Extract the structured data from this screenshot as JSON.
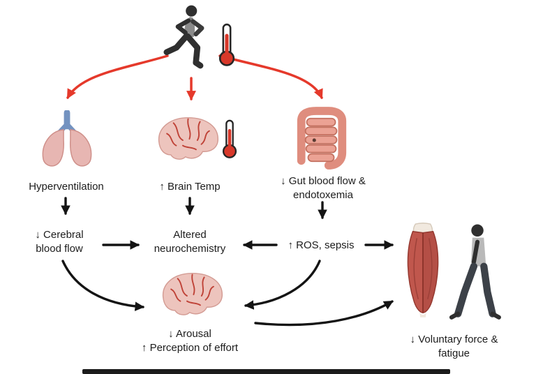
{
  "diagram": {
    "colors": {
      "red_arrow": "#e5392b",
      "black_arrow": "#141414",
      "text": "#1c1c1c",
      "background": "#ffffff"
    },
    "icons": {
      "runner": "running-person-with-thermometer",
      "thermometer": "thermometer",
      "lungs": "lungs",
      "brain_top": "brain-with-vessels-and-thermometer",
      "gut": "intestines",
      "brain_bottom": "brain-with-vessels",
      "muscle": "skeletal-muscle",
      "walker": "walking-person"
    },
    "nodes": {
      "hyperventilation": "Hyperventilation",
      "brain_temp": "↑ Brain Temp",
      "gut_line1": "↓ Gut blood flow &",
      "gut_line2": "endotoxemia",
      "cerebral_line1": "↓ Cerebral",
      "cerebral_line2": "blood flow",
      "neuro_line1": "Altered",
      "neuro_line2": "neurochemistry",
      "ros": "↑ ROS, sepsis",
      "arousal_line1": "↓ Arousal",
      "arousal_line2": "↑ Perception of effort",
      "force_line1": "↓ Voluntary force &",
      "force_line2": "fatigue"
    }
  }
}
